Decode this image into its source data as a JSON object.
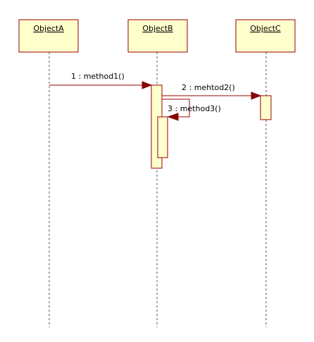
{
  "diagram": {
    "type": "uml-sequence",
    "objects": [
      {
        "id": "a",
        "name": "ObjectA"
      },
      {
        "id": "b",
        "name": "ObjectB"
      },
      {
        "id": "c",
        "name": "ObjectC"
      }
    ],
    "messages": [
      {
        "id": "m1",
        "label": "1 : method1()",
        "from": "a",
        "to": "b"
      },
      {
        "id": "m2",
        "label": "2 : mehtod2()",
        "from": "b",
        "to": "c"
      },
      {
        "id": "m3",
        "label": "3 : method3()",
        "from": "b",
        "to": "b"
      }
    ],
    "colors": {
      "box_fill": "#ffffcc",
      "box_border": "#990000",
      "message_line": "#990000",
      "arrowhead": "#880000",
      "lifeline": "#555555"
    }
  }
}
